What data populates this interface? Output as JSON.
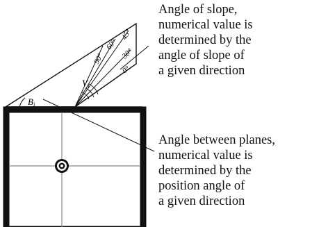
{
  "diagram": {
    "angle_labels": {
      "deg90": "90°",
      "deg60": "60°",
      "deg45": "45°",
      "deg30": "30°",
      "deg0": "0°",
      "v_symbol": "V",
      "v_subscript": "i",
      "b_symbol": "B",
      "b_subscript": "i"
    },
    "callouts": {
      "slope": {
        "lines": [
          "Angle of slope,",
          "numerical value is",
          "determined by the",
          "angle of slope of",
          "a given direction"
        ]
      },
      "planes": {
        "lines": [
          "Angle between planes,",
          "numerical value is",
          "determined by the",
          "position angle of",
          "a given direction"
        ]
      }
    }
  },
  "colors": {
    "ink": "#111111",
    "background": "#ffffff"
  },
  "icons": {
    "center_marker": "target-icon"
  }
}
